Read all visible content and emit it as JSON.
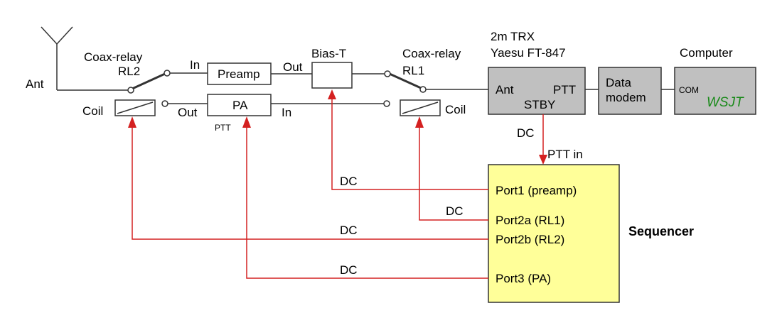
{
  "labels": {
    "ant": "Ant",
    "coax_relay_left": "Coax-relay",
    "rl2": "RL2",
    "coax_relay_right": "Coax-relay",
    "rl1": "RL1",
    "bias_t": "Bias-T",
    "preamp": "Preamp",
    "preamp_in": "In",
    "preamp_out": "Out",
    "pa": "PA",
    "pa_out": "Out",
    "pa_in": "In",
    "pa_ptt": "PTT",
    "coil_left": "Coil",
    "coil_right": "Coil",
    "trx_title_1": "2m TRX",
    "trx_title_2": "Yaesu FT-847",
    "trx_ant": "Ant",
    "trx_ptt": "PTT",
    "trx_stby": "STBY",
    "modem_1": "Data",
    "modem_2": "modem",
    "computer": "Computer",
    "com": "COM",
    "wsjt": "WSJT",
    "dc_stby": "DC",
    "ptt_in": "PTT in",
    "sequencer": "Sequencer",
    "port1": "Port1 (preamp)",
    "port2a": "Port2a (RL1)",
    "port2b": "Port2b (RL2)",
    "port3": "Port3 (PA)",
    "dc_port1": "DC",
    "dc_port2a": "DC",
    "dc_port2b": "DC",
    "dc_port3": "DC"
  },
  "colors": {
    "signal": "#d42020",
    "sequencer_fill": "#ffff99",
    "device_fill": "#c0c0c0",
    "wsjt_text": "#1a8a1a"
  }
}
